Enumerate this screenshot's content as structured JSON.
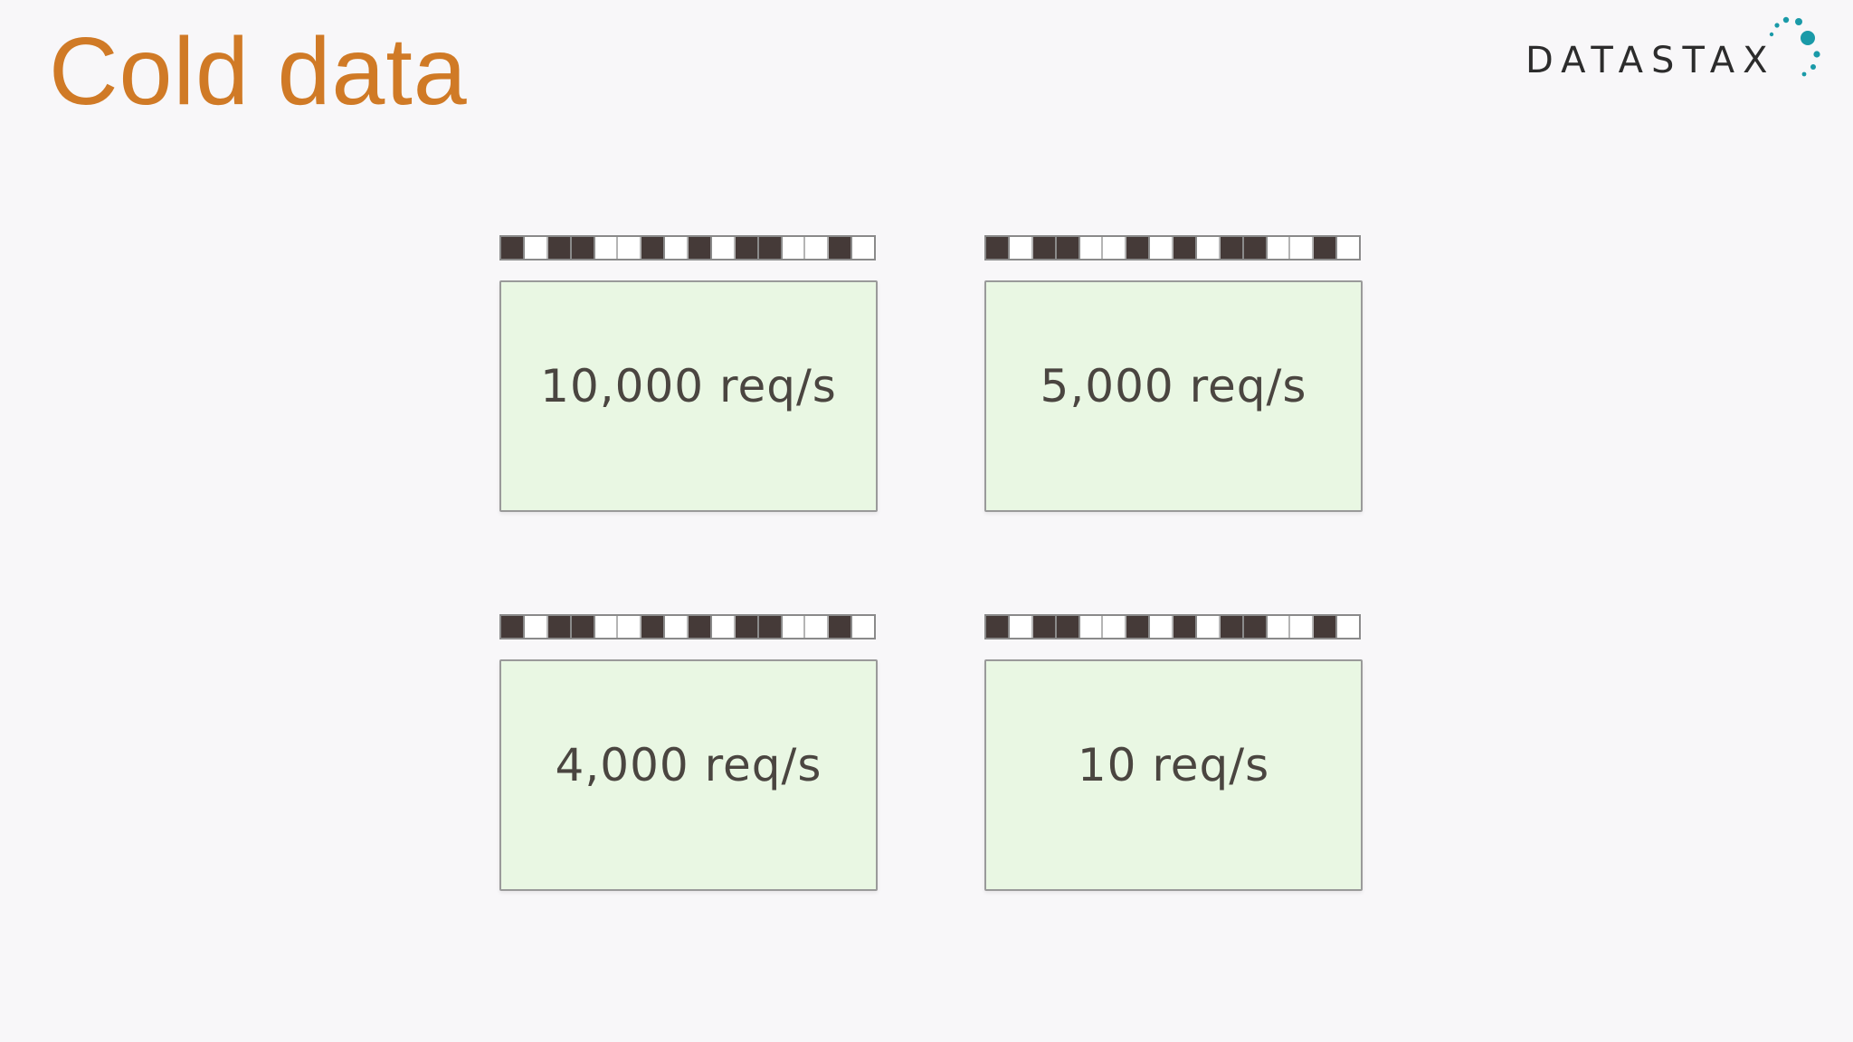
{
  "slide": {
    "title": "Cold data",
    "title_color": "#d07a26"
  },
  "logo": {
    "text": "DATASTAX",
    "accent_color": "#1a9aa8"
  },
  "token_pattern": [
    [
      1,
      0,
      1,
      1,
      0,
      0,
      1,
      0,
      1,
      0,
      1,
      1,
      0,
      0,
      1,
      0
    ],
    [
      1,
      0,
      1,
      1,
      0,
      0,
      1,
      0,
      1,
      0,
      1,
      1,
      0,
      0,
      1,
      0
    ]
  ],
  "nodes": [
    {
      "rate": "10,000 req/s",
      "pattern": 0
    },
    {
      "rate": "5,000 req/s",
      "pattern": 1
    },
    {
      "rate": "4,000 req/s",
      "pattern": 0
    },
    {
      "rate": "10 req/s",
      "pattern": 1
    }
  ],
  "colors": {
    "box_fill": "#e9f7e3",
    "token_filled": "#453a38",
    "text": "#4a4540"
  }
}
